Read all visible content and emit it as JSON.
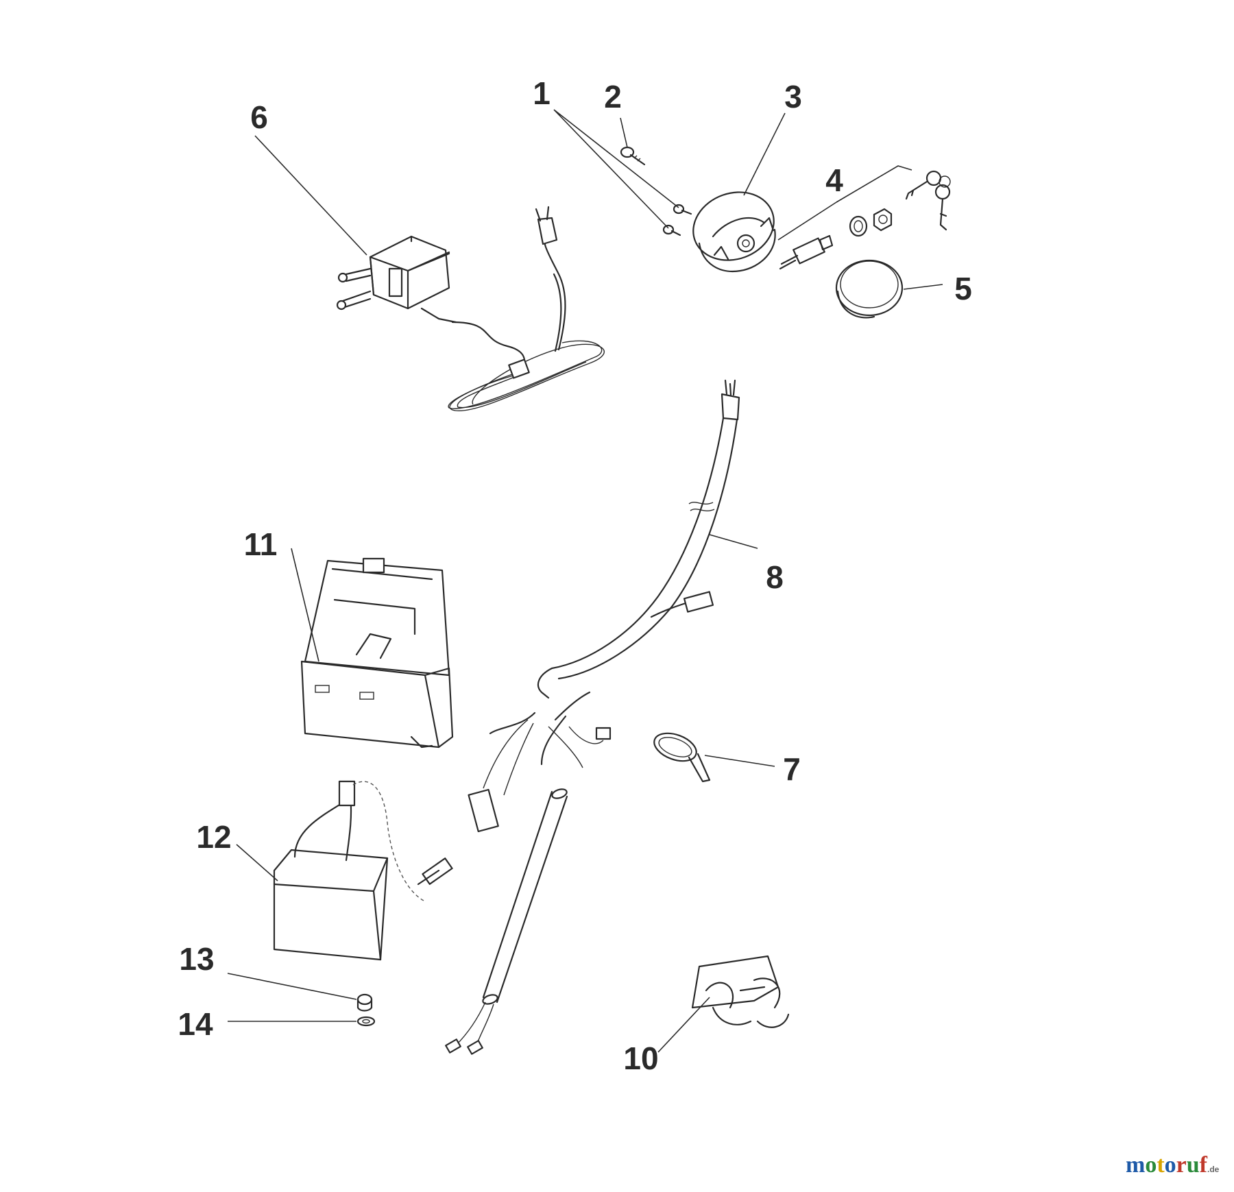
{
  "callouts": [
    {
      "id": "1",
      "label": "1"
    },
    {
      "id": "2",
      "label": "2"
    },
    {
      "id": "3",
      "label": "3"
    },
    {
      "id": "4",
      "label": "4"
    },
    {
      "id": "5",
      "label": "5"
    },
    {
      "id": "6",
      "label": "6"
    },
    {
      "id": "7",
      "label": "7"
    },
    {
      "id": "8",
      "label": "8"
    },
    {
      "id": "10",
      "label": "10"
    },
    {
      "id": "11",
      "label": "11"
    },
    {
      "id": "12",
      "label": "12"
    },
    {
      "id": "13",
      "label": "13"
    },
    {
      "id": "14",
      "label": "14"
    }
  ],
  "watermark": {
    "letters": [
      "m",
      "o",
      "t",
      "o",
      "r",
      "u",
      "f"
    ],
    "letter_colors": [
      "#1e5aa8",
      "#2a8a3a",
      "#d8a400",
      "#1e5aa8",
      "#c0392b",
      "#2a8a3a",
      "#c0392b"
    ],
    "suffix": ".de"
  }
}
